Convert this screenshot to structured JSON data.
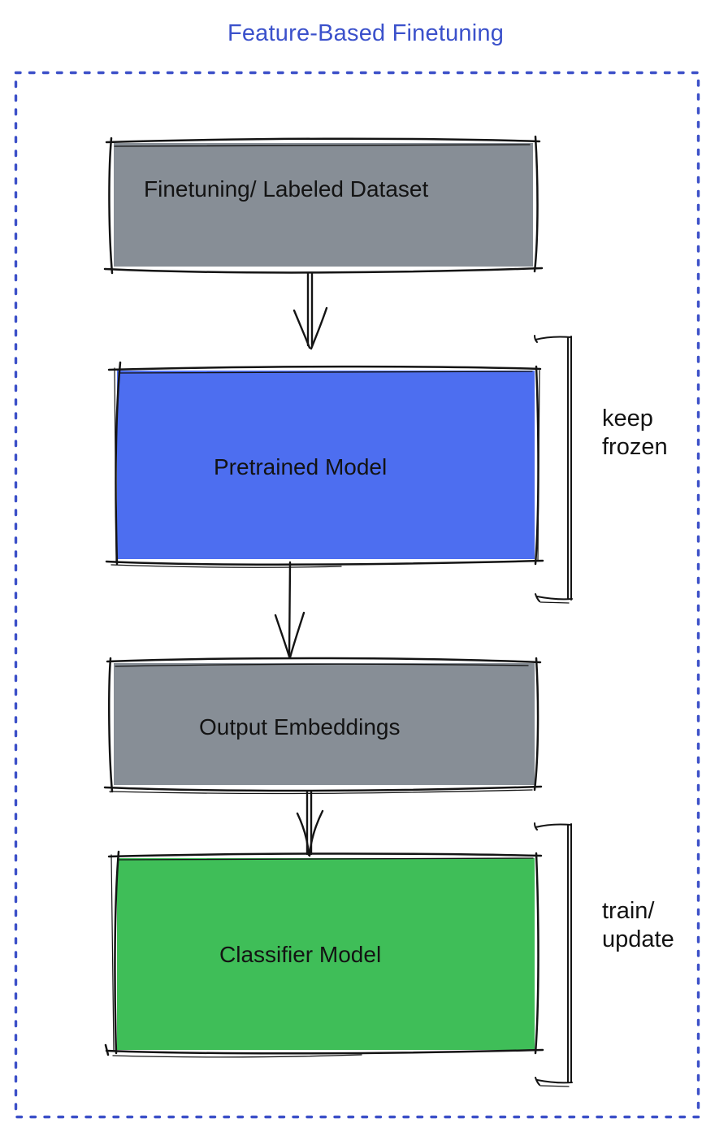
{
  "title": {
    "text": "Feature-Based Finetuning"
  },
  "colors": {
    "title_text": "#3B51CB",
    "dotted_border": "#3C50C8",
    "sketch_stroke": "#141414",
    "label_text": "#131313",
    "gray_box": "#878E96",
    "blue_box": "#4D6EF0",
    "green_box": "#3FBE58"
  },
  "diagram": {
    "nodes": [
      {
        "id": "finetuning-dataset",
        "label": "Finetuning/ Labeled Dataset",
        "fill": "#878E96"
      },
      {
        "id": "pretrained-model",
        "label": "Pretrained Model",
        "fill": "#4D6EF0"
      },
      {
        "id": "output-embeddings",
        "label": "Output Embeddings",
        "fill": "#878E96"
      },
      {
        "id": "classifier-model",
        "label": "Classifier Model",
        "fill": "#3FBE58"
      }
    ],
    "edges": [
      {
        "from": "finetuning-dataset",
        "to": "pretrained-model",
        "style": "double-line-arrow"
      },
      {
        "from": "pretrained-model",
        "to": "output-embeddings",
        "style": "single-line-arrow"
      },
      {
        "from": "output-embeddings",
        "to": "classifier-model",
        "style": "double-line-arrow"
      }
    ],
    "annotations": [
      {
        "target": "pretrained-model",
        "label": "keep\nfrozen"
      },
      {
        "target": "classifier-model",
        "label": "train/\nupdate"
      }
    ]
  }
}
